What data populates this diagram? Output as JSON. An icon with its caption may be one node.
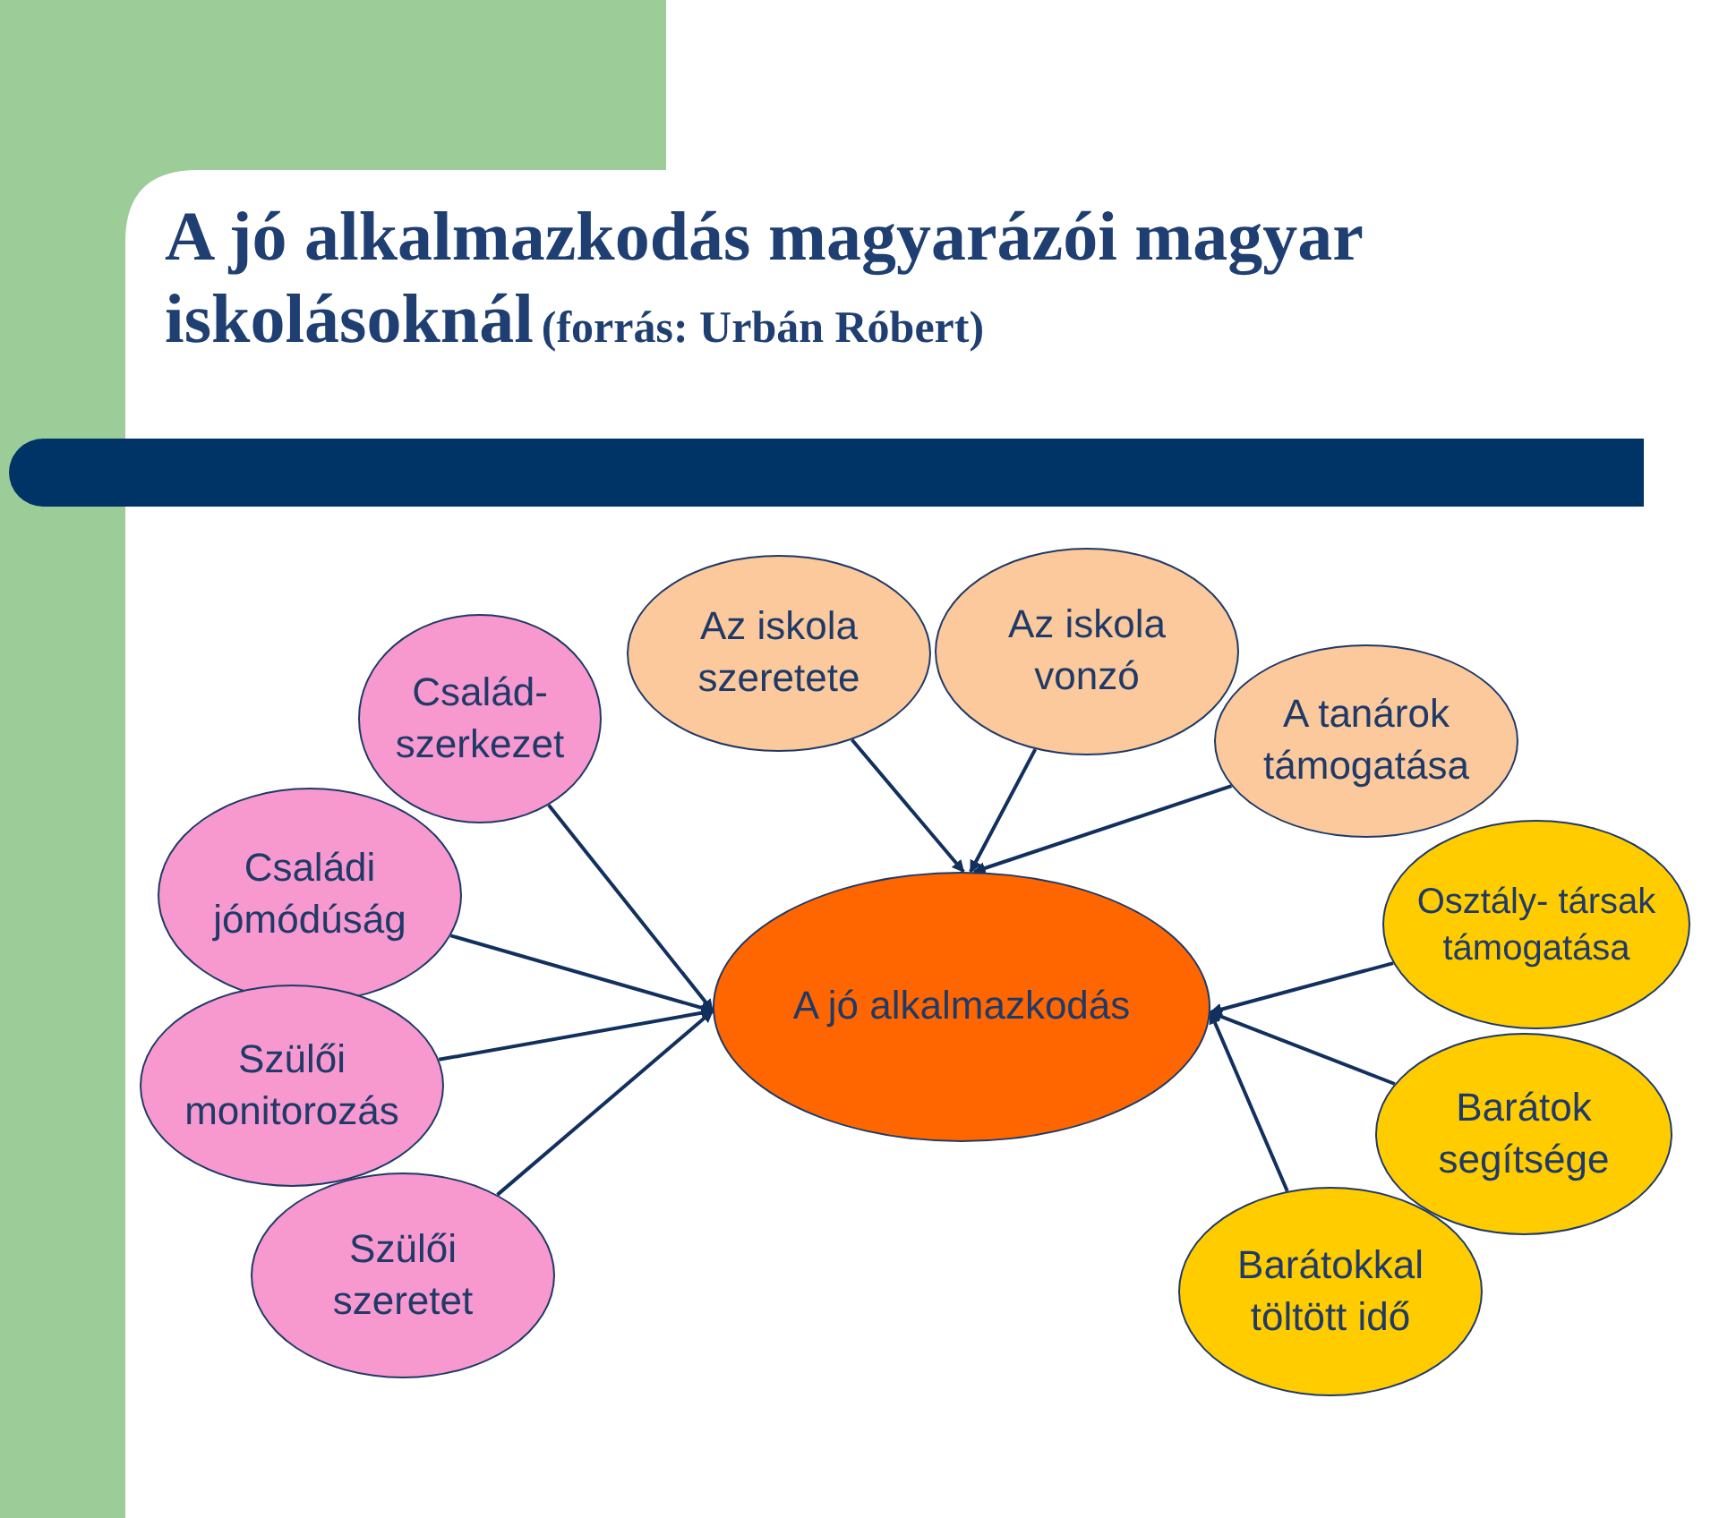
{
  "diagram": {
    "title": "A jó alkalmazkodás magyarázói magyar iskolásoknál",
    "nodes": [
      {
        "text": [
          "Család- szerkezet"
        ]
      },
      {
        "text": [
          "Családi jómódúság"
        ]
      },
      {
        "text": [
          "Szülői monitorozás"
        ]
      },
      {
        "text": [
          "Szülői szeretet"
        ]
      },
      {
        "text": [
          "Az iskola szeretete"
        ]
      },
      {
        "text": [
          "Az iskola vonzó"
        ]
      },
      {
        "text": [
          "A tanárok támogatása"
        ]
      },
      {
        "text": [
          "A jó alkalmazkodás"
        ]
      },
      {
        "text": [
          "Osztály- társak támogatása"
        ]
      },
      {
        "text": [
          "Barátok segítsége"
        ]
      },
      {
        "text": [
          "Barátokkal töltött idő"
        ]
      }
    ],
    "edges": [
      {
        "from": 0,
        "to": 7,
        "arrow": "to"
      },
      {
        "from": 1,
        "to": 7,
        "arrow": "to"
      },
      {
        "from": 2,
        "to": 7,
        "arrow": "to"
      },
      {
        "from": 3,
        "to": 7,
        "arrow": "to"
      },
      {
        "from": 4,
        "to": 7,
        "arrow": "to"
      },
      {
        "from": 5,
        "to": 7,
        "arrow": "to"
      },
      {
        "from": 6,
        "to": 7,
        "arrow": "to"
      },
      {
        "from": 8,
        "to": 7,
        "arrow": "to"
      },
      {
        "from": 9,
        "to": 7,
        "arrow": "to"
      },
      {
        "from": 10,
        "to": 7,
        "arrow": "to"
      }
    ],
    "labels": [
      "(forrás: Urbán Róbert)"
    ]
  }
}
